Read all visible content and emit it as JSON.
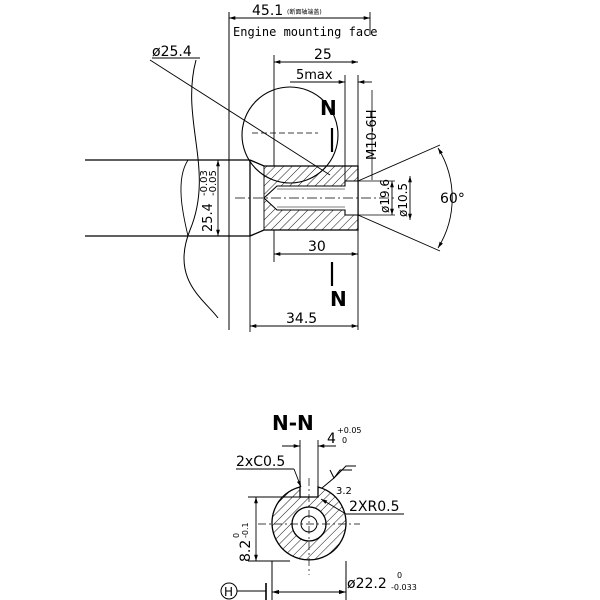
{
  "drawing": {
    "dim_overall": "45.1",
    "dim_overall_note": "(断面轴端盖)",
    "engine_face_label": "Engine mounting  face",
    "dim_shaft_dia": "ø25.4",
    "dim_25": "25",
    "dim_5max": "5max",
    "thread_label": "M10-6H",
    "section_mark_top": "N",
    "section_mark_bottom": "N",
    "dim_shaft_tol_base": "25.4",
    "dim_shaft_tol_upper": "-0.03",
    "dim_shaft_tol_lower": "-0.05",
    "dim_phi19": "ø19.6",
    "dim_phi10": "ø10.5",
    "dim_angle": "60°",
    "dim_30": "30",
    "dim_34_5": "34.5",
    "section_title": "N-N",
    "key_width_base": "4",
    "key_width_upper": "+0.05",
    "key_width_lower": "0",
    "chamfer_label": "2xC0.5",
    "roughness_label": "3.2",
    "radius_label": "2XR0.5",
    "key_depth_base": "8.2",
    "key_depth_upper": "0",
    "key_depth_lower": "-0.1",
    "datum_label": "H",
    "sec_dia_base": "ø22.2",
    "sec_dia_upper": "0",
    "sec_dia_lower": "-0.033"
  }
}
